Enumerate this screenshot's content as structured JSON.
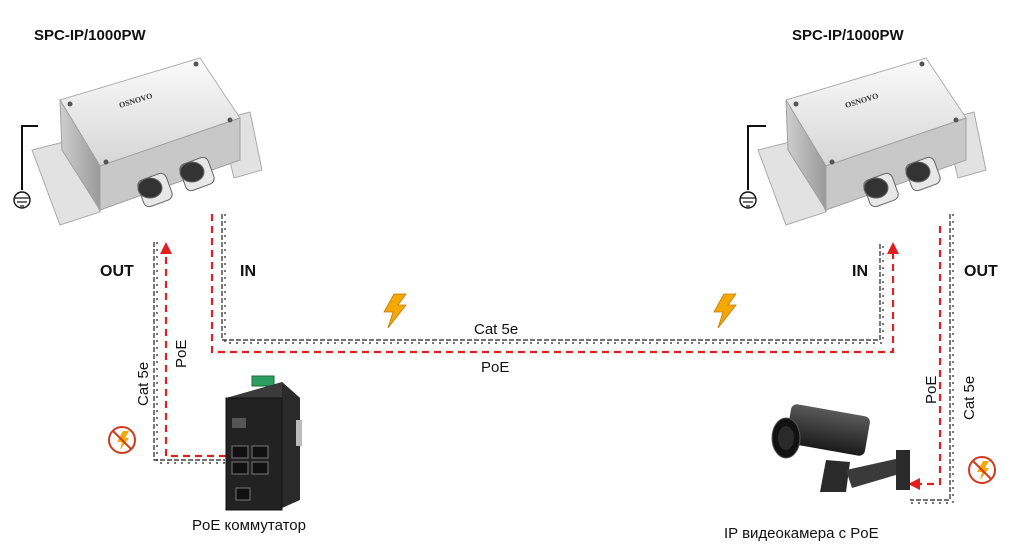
{
  "devices": {
    "left_title": "SPC-IP/1000PW",
    "right_title": "SPC-IP/1000PW",
    "brand": "OSNOVO"
  },
  "ports": {
    "left_out": "OUT",
    "left_in": "IN",
    "right_in": "IN",
    "right_out": "OUT"
  },
  "links": {
    "trunk_cable": "Cat 5e",
    "trunk_power": "PoE",
    "left_drop_cable": "Cat 5e",
    "left_drop_power": "PoE",
    "right_drop_power": "PoE",
    "right_drop_cable": "Cat 5e"
  },
  "endpoints": {
    "switch_caption": "PoE коммутатор",
    "camera_caption": "IP видеокамера с PoE"
  },
  "colors": {
    "power_dashed": "#e02020",
    "lightning": "#f5a800",
    "cable": "#222222",
    "surge_ring": "#d23a1e"
  },
  "icons": [
    "ground-icon",
    "lightning-icon",
    "surge-protection-icon"
  ]
}
